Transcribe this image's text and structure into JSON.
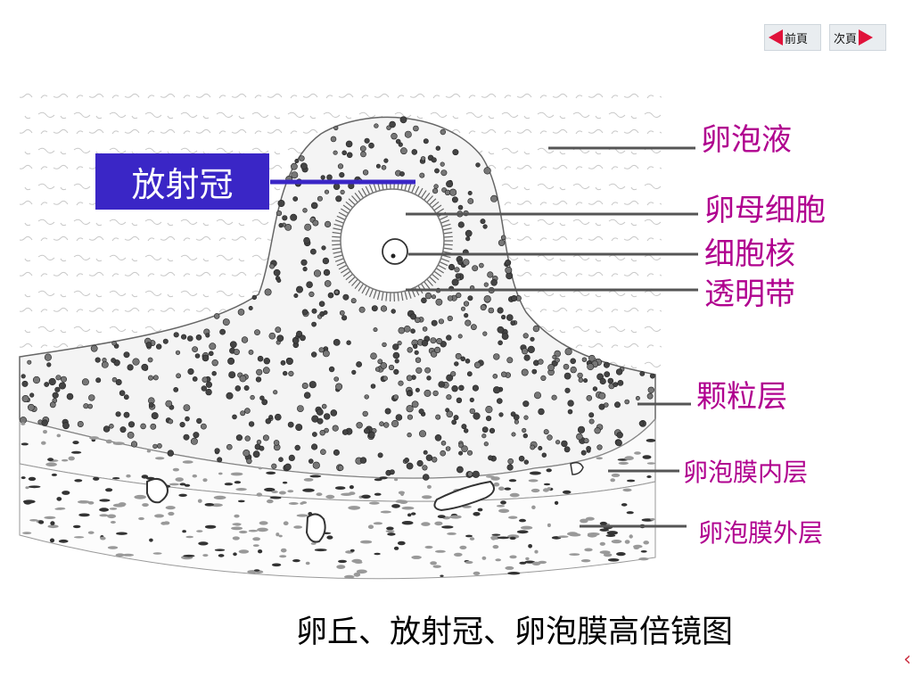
{
  "nav": {
    "prev_label": "前頁",
    "next_label": "次頁"
  },
  "diagram": {
    "box_label": "放射冠",
    "labels": {
      "follicular_fluid": "卵泡液",
      "oocyte": "卵母细胞",
      "nucleus": "细胞核",
      "zona_pellucida": "透明带",
      "granulosa": "颗粒层",
      "theca_interna": "卵泡膜内层",
      "theca_externa": "卵泡膜外层"
    },
    "caption": "卵丘、放射冠、卵泡膜高倍镜图"
  },
  "colors": {
    "label_color": "#b0008f",
    "box_bg": "#3a26c6",
    "arrow_red": "#e0123a"
  }
}
